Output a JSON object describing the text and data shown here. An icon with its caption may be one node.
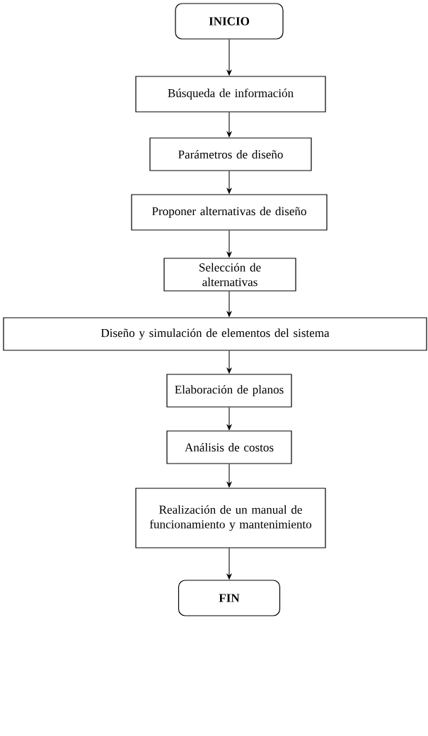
{
  "diagram": {
    "nodes": [
      {
        "text": [
          "INICIO"
        ]
      },
      {
        "text": [
          "Búsqueda de información"
        ]
      },
      {
        "text": [
          "Parámetros de diseño"
        ]
      },
      {
        "text": [
          "Proponer alternativas de diseño"
        ]
      },
      {
        "text": [
          "Selección de alternativas"
        ]
      },
      {
        "text": [
          "Diseño y simulación de elementos del sistema"
        ]
      },
      {
        "text": [
          "Elaboración de planos"
        ]
      },
      {
        "text": [
          "Análisis de costos"
        ]
      },
      {
        "text": [
          "Realización de un manual de funcionamiento y mantenimiento"
        ]
      },
      {
        "text": [
          "FIN"
        ]
      }
    ],
    "edges": [
      {
        "from": 0,
        "to": 1,
        "arrow": "to"
      },
      {
        "from": 1,
        "to": 2,
        "arrow": "to"
      },
      {
        "from": 2,
        "to": 3,
        "arrow": "to"
      },
      {
        "from": 3,
        "to": 4,
        "arrow": "to"
      },
      {
        "from": 4,
        "to": 5,
        "arrow": "to"
      },
      {
        "from": 5,
        "to": 6,
        "arrow": "to"
      },
      {
        "from": 6,
        "to": 7,
        "arrow": "to"
      },
      {
        "from": 7,
        "to": 8,
        "arrow": "to"
      },
      {
        "from": 8,
        "to": 9,
        "arrow": "to"
      }
    ]
  }
}
